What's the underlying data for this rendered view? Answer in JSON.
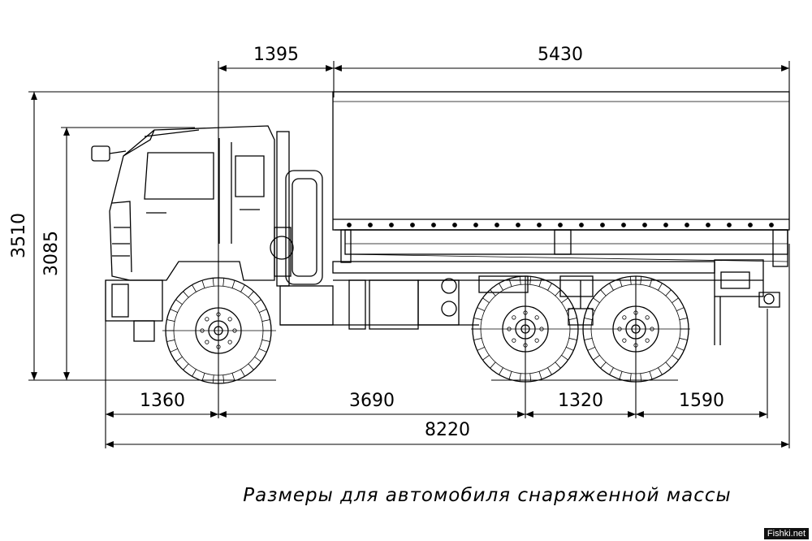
{
  "dimensions": {
    "cab_to_body": "1395",
    "body_length": "5430",
    "total_height": "3510",
    "cab_height": "3085",
    "front_overhang": "1360",
    "wheelbase_front": "3690",
    "wheelbase_rear": "1320",
    "rear_overhang": "1590",
    "total_length": "8220"
  },
  "caption": "Размеры для автомобиля снаряженной массы",
  "watermark": "Fishki.net",
  "colors": {
    "ink": "#000000",
    "background": "#ffffff"
  }
}
